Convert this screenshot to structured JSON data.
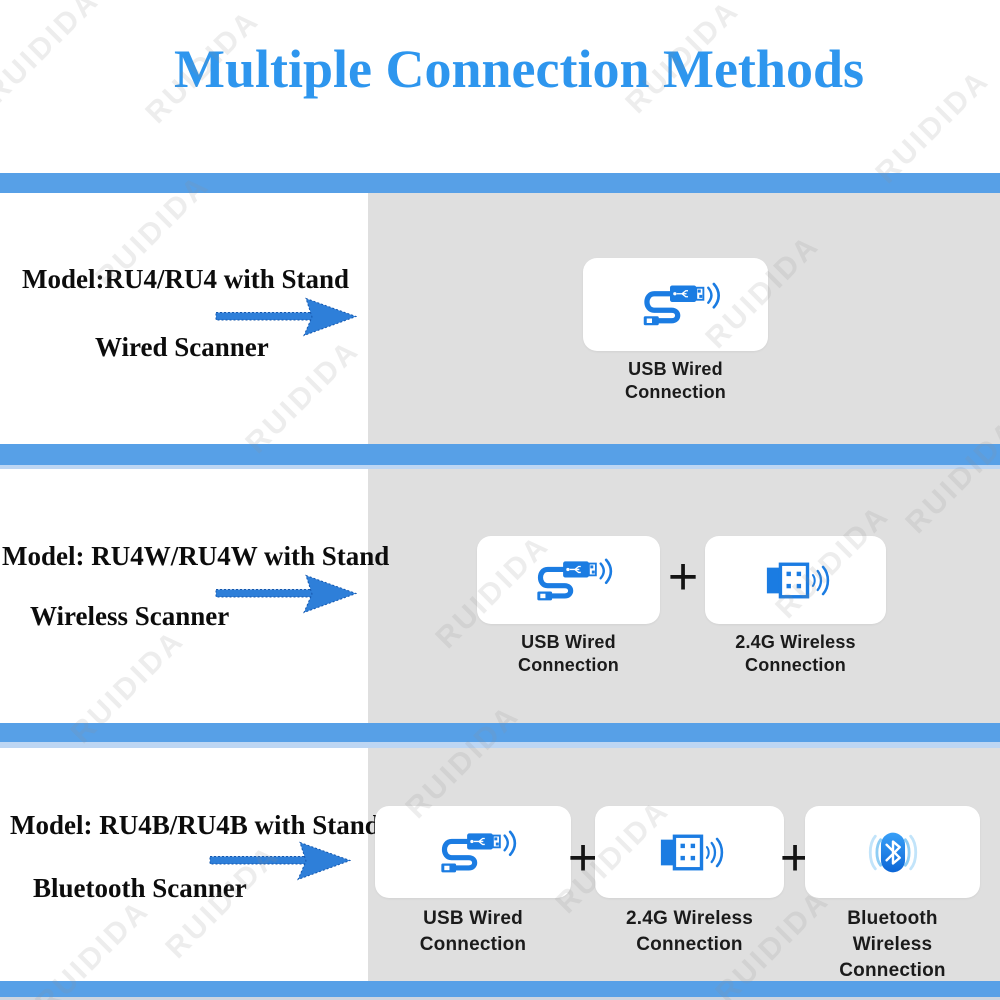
{
  "title": "Multiple Connection Methods",
  "watermark_text": "RUIDIDA",
  "plus": "+",
  "colors": {
    "title_blue": "#2e96ee",
    "separator_bar": "#57a0e7",
    "bar_underline": "#bdd6f3",
    "panel_gray": "#dfdfdf",
    "arrow_fill": "#2e7fd9",
    "arrow_outline": "#1557ad",
    "icon_blue": "#1b7ce2",
    "bluetooth_blue": "#0c66d6",
    "label_text": "#1b1b1b",
    "model_text": "#0c0c0c"
  },
  "rows": [
    {
      "model_line": "Model:RU4/RU4 with Stand",
      "type_line": "Wired Scanner",
      "methods": [
        {
          "icon": "usb-cable-icon",
          "label": [
            "USB Wired",
            "Connection"
          ]
        }
      ]
    },
    {
      "model_line": "Model: RU4W/RU4W with Stand",
      "type_line": "Wireless Scanner",
      "methods": [
        {
          "icon": "usb-cable-icon",
          "label": [
            "USB Wired",
            "Connection"
          ]
        },
        {
          "icon": "dongle-2_4g-icon",
          "label": [
            "2.4G Wireless",
            "Connection"
          ]
        }
      ]
    },
    {
      "model_line": "Model: RU4B/RU4B with Stand",
      "type_line": "Bluetooth Scanner",
      "methods": [
        {
          "icon": "usb-cable-icon",
          "label": [
            "USB Wired",
            "Connection"
          ]
        },
        {
          "icon": "dongle-2_4g-icon",
          "label": [
            "2.4G Wireless",
            "Connection"
          ]
        },
        {
          "icon": "bluetooth-icon",
          "label": [
            "Bluetooth Wireless",
            "Connection"
          ]
        }
      ]
    }
  ]
}
